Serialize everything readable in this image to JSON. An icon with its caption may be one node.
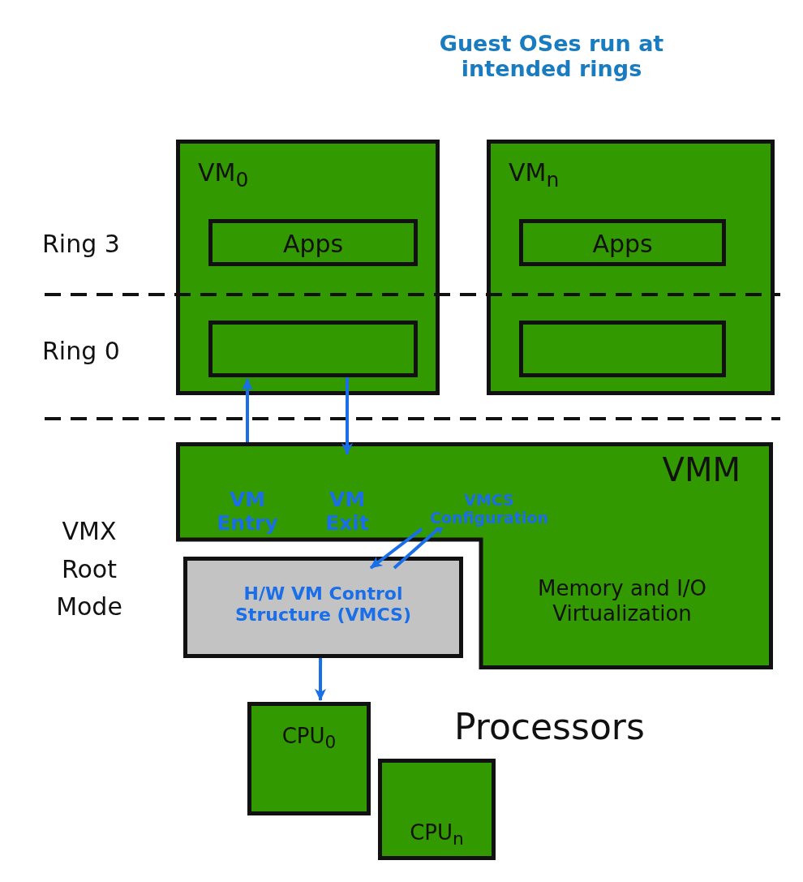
{
  "diagram": {
    "nodes": [
      {
        "text": [
          "VM$_{0}$"
        ]
      },
      {
        "text": [
          "Apps"
        ],
        "in": 0
      },
      {
        "text": [],
        "shape": "box",
        "in": 0
      },
      {
        "text": [
          "VM$_{n}$"
        ]
      },
      {
        "text": [
          "Apps"
        ],
        "in": 3
      },
      {
        "text": [],
        "shape": "box",
        "in": 3
      },
      {
        "text": [
          "VMM",
          "Memory and I/O Virtualization"
        ]
      },
      {
        "text": [
          "H/W VM Control Structure (VMCS)"
        ]
      },
      {
        "text": [
          "CPU$_{0}$"
        ]
      },
      {
        "text": [
          "CPU$_{n}$"
        ]
      }
    ],
    "edges": [
      {
        "from": 6,
        "to": 2,
        "arrow": "to",
        "label": "VM Entry"
      },
      {
        "from": 2,
        "to": 6,
        "arrow": "to",
        "label": "VM Exit"
      },
      {
        "from": 6,
        "to": 7,
        "arrow": "to",
        "label": "VMCS Configuration"
      },
      {
        "from": 7,
        "to": 6,
        "arrow": "to"
      },
      {
        "from": 7,
        "to": 8,
        "arrow": "to"
      }
    ],
    "labels": [
      "Guest OSes run at intended rings",
      "Ring 3",
      "Ring 0",
      "VMX Root Mode",
      "Processors"
    ]
  }
}
